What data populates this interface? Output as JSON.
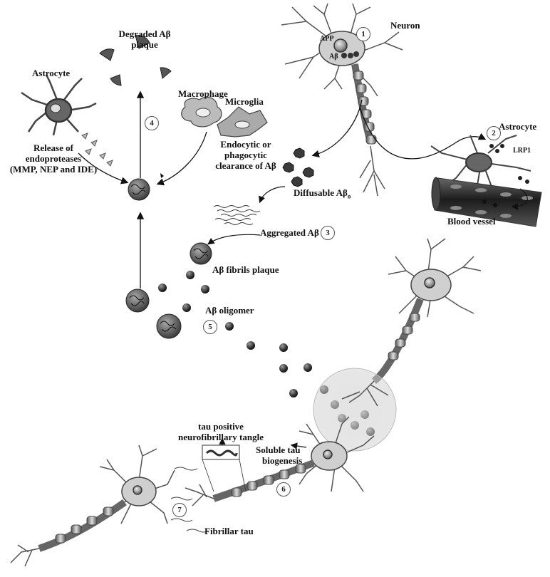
{
  "labels": {
    "neuron": "Neuron",
    "app": "APP",
    "abeta": "Aβ",
    "astrocyte_top": "Astrocyte",
    "lrp1": "LRP1",
    "blood_vessel": "Blood vessel",
    "degraded_plaque_l1": "Degraded Aβ",
    "degraded_plaque_l2": "plaque",
    "astrocyte_left": "Astrocyte",
    "release_l1": "Release of",
    "release_l2": "endoproteases",
    "release_l3": "(MMP, NEP and IDE)",
    "macrophage": "Macrophage",
    "microglia": "Microglia",
    "clearance_l1": "Endocytic or",
    "clearance_l2": "phagocytic",
    "clearance_l3": "clearance of Aβ",
    "diffusable": "Diffusable Aβ",
    "diffusable_sub": "o",
    "aggregated": "Aggregated Aβ",
    "fibrils_plaque": "Aβ fibrils plaque",
    "oligomer": "Aβ oligomer",
    "tangle_l1": "tau positive",
    "tangle_l2": "neurofibrillary tangle",
    "soluble_tau_l1": "Soluble tau",
    "soluble_tau_l2": "biogenesis",
    "fibrillar_tau": "Fibrillar tau"
  },
  "steps": [
    "1",
    "2",
    "3",
    "4",
    "5",
    "6",
    "7"
  ]
}
